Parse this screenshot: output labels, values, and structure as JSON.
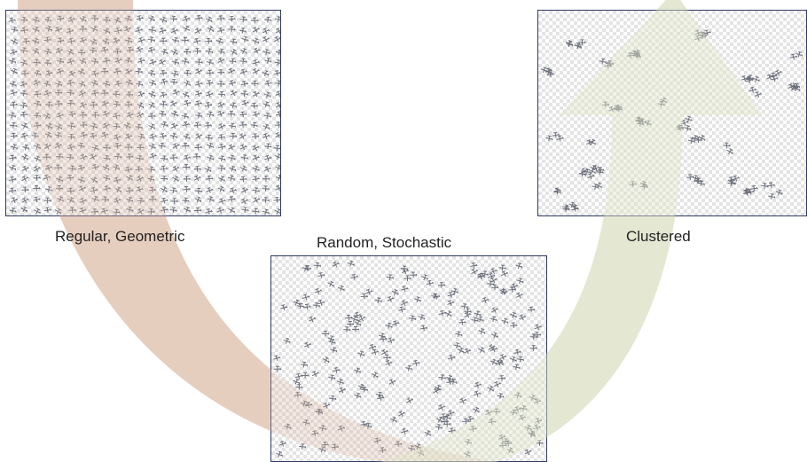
{
  "panels": [
    {
      "id": "regular",
      "label": "Regular, Geometric",
      "pattern": "grid"
    },
    {
      "id": "random",
      "label": "Random, Stochastic",
      "pattern": "random"
    },
    {
      "id": "clustered",
      "label": "Clustered",
      "pattern": "clustered"
    }
  ],
  "colors": {
    "arrow_left": "#e8d2c4",
    "arrow_right": "#e6ead6",
    "panel_border": "#2f3b66",
    "mark": "#6b6f7a"
  }
}
